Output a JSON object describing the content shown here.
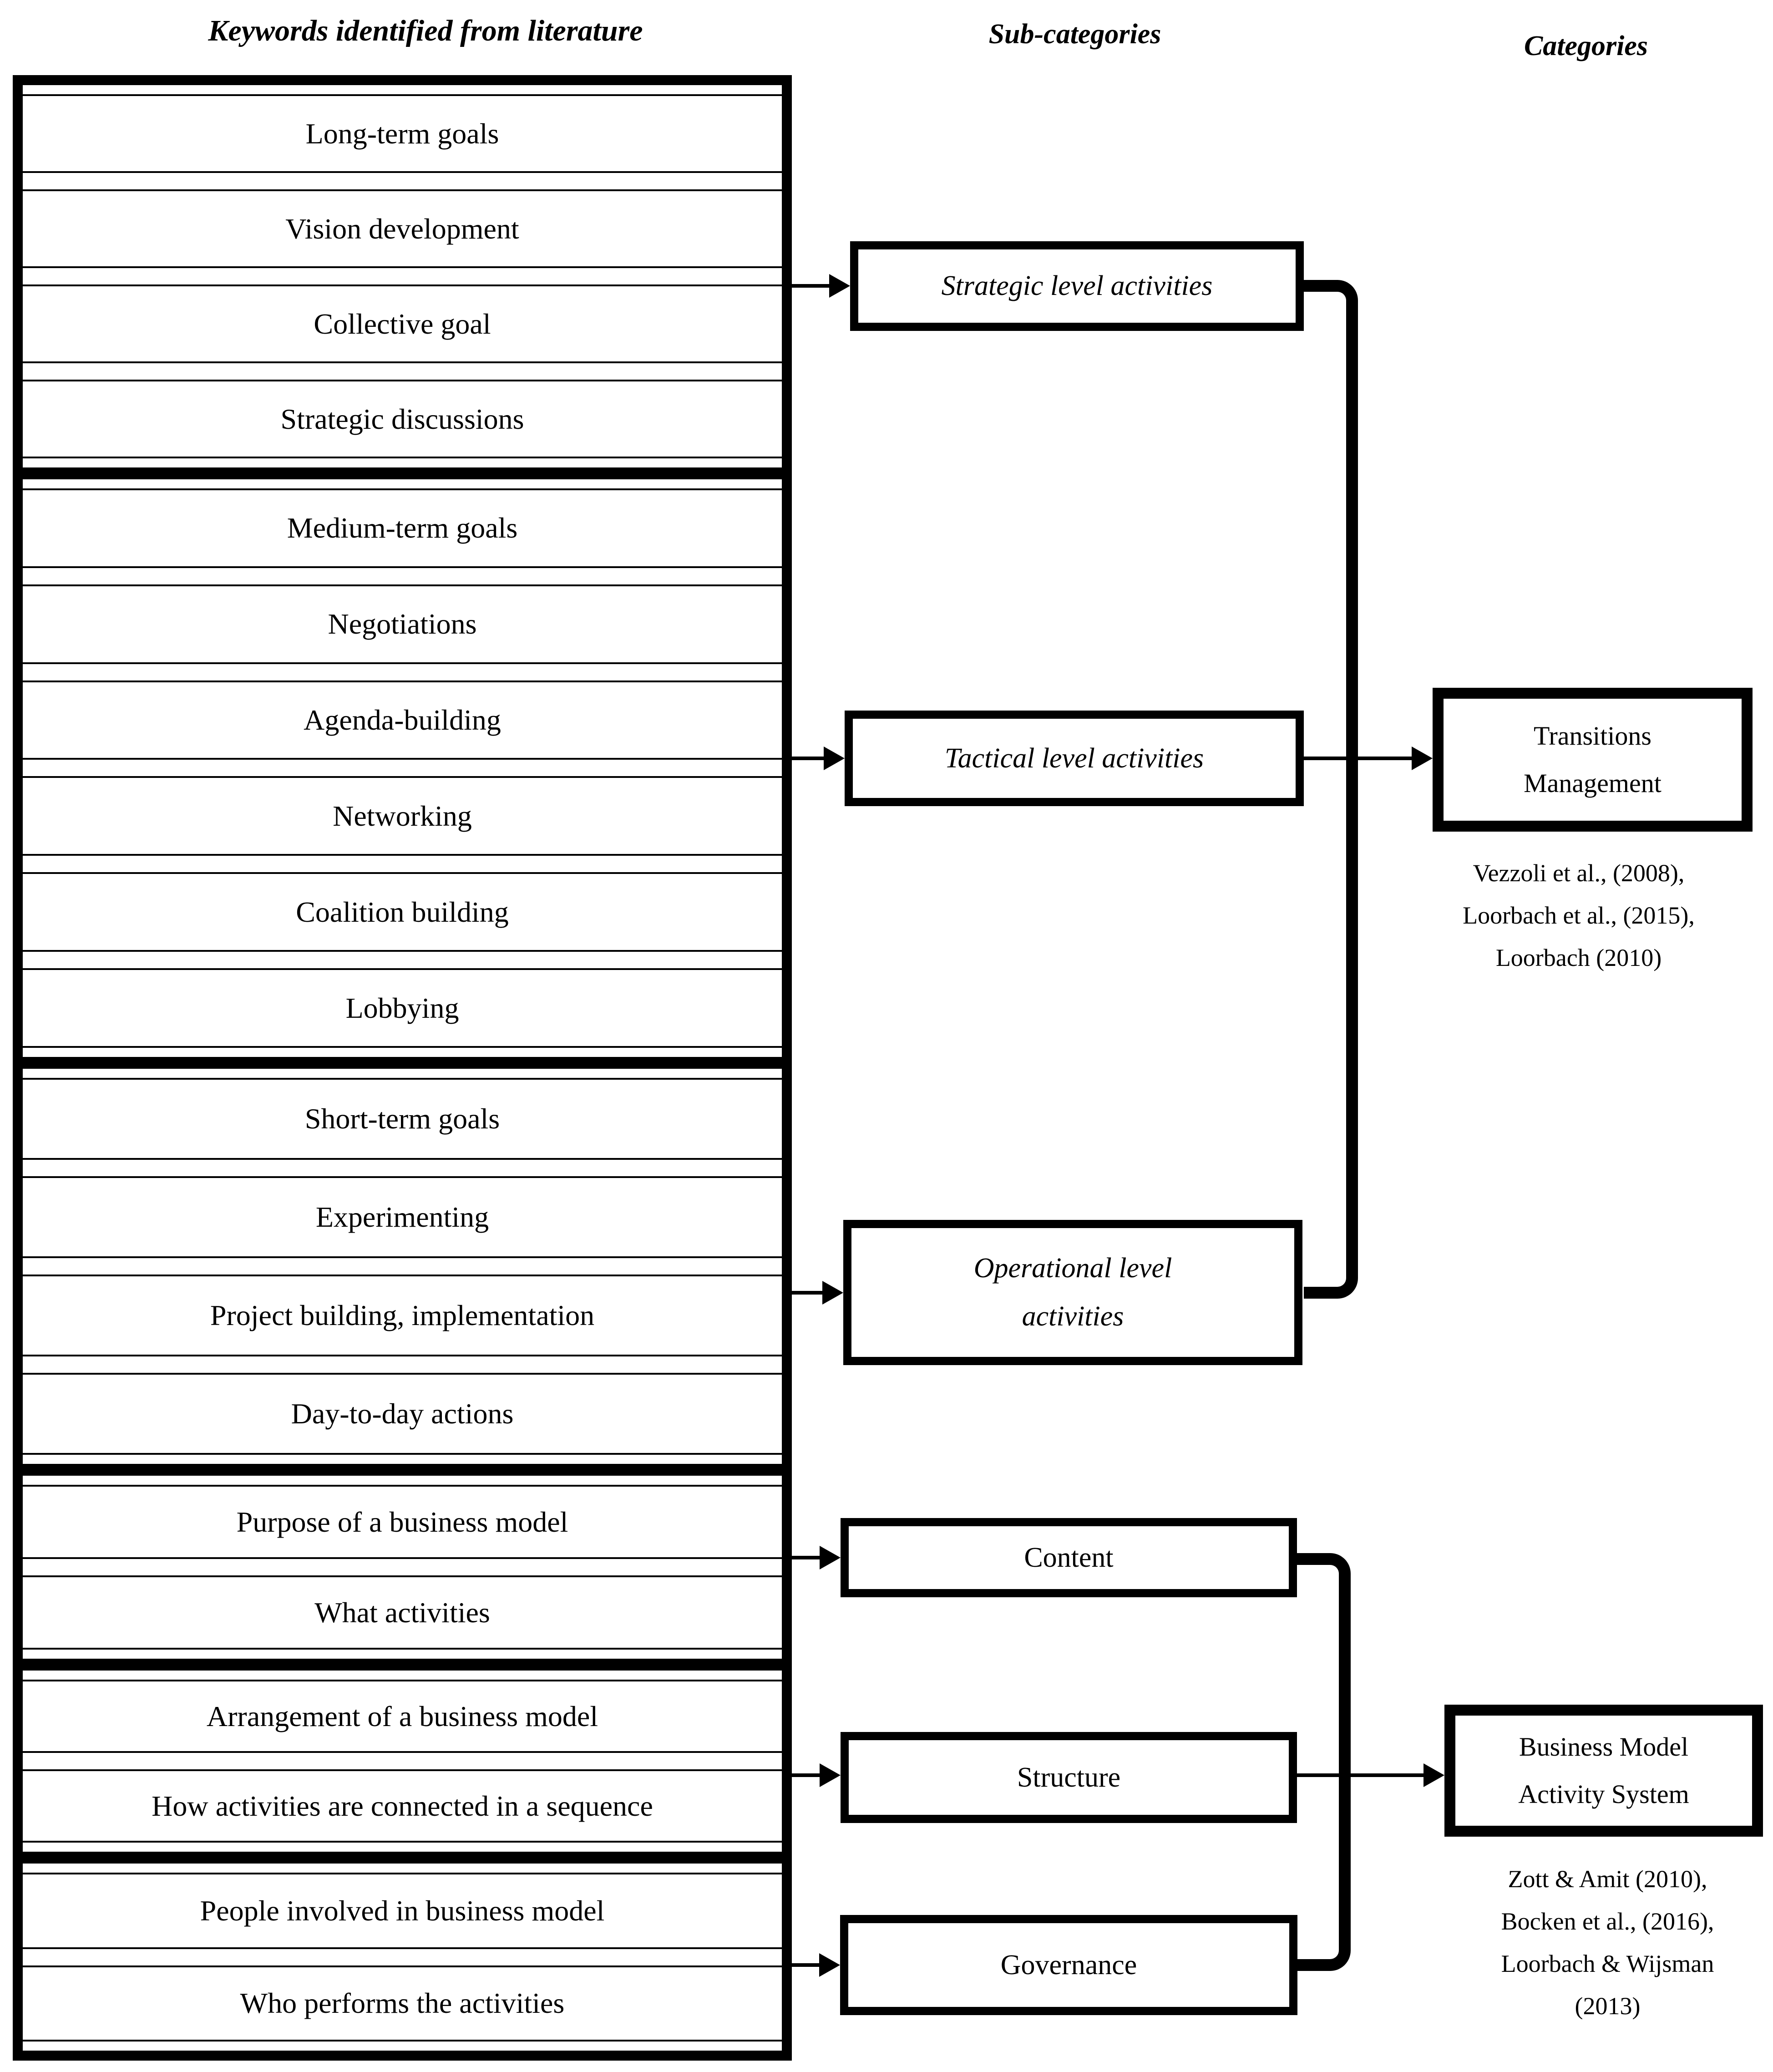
{
  "headers": {
    "keywords": "Keywords identified from literature",
    "subcategories": "Sub-categories",
    "categories": "Categories"
  },
  "keyword_groups": [
    {
      "items": [
        "Long-term goals",
        "Vision development",
        "Collective goal",
        "Strategic discussions"
      ]
    },
    {
      "items": [
        "Medium-term goals",
        "Negotiations",
        "Agenda-building",
        "Networking",
        "Coalition building",
        "Lobbying"
      ]
    },
    {
      "items": [
        "Short-term goals",
        "Experimenting",
        "Project building, implementation",
        "Day-to-day actions"
      ]
    },
    {
      "items": [
        "Purpose of a business model",
        "What activities"
      ]
    },
    {
      "items": [
        "Arrangement of a business model",
        "How activities are connected in a sequence"
      ]
    },
    {
      "items": [
        "People involved in business model",
        "Who performs the activities"
      ]
    }
  ],
  "subcategories": [
    {
      "lines": [
        "Strategic level activities"
      ]
    },
    {
      "lines": [
        "Tactical level activities"
      ]
    },
    {
      "lines": [
        "Operational level",
        "activities"
      ]
    },
    {
      "lines": [
        "Content"
      ]
    },
    {
      "lines": [
        "Structure"
      ]
    },
    {
      "lines": [
        "Governance"
      ]
    }
  ],
  "categories": [
    {
      "lines": [
        "Transitions",
        "Management"
      ],
      "citations": [
        "Vezzoli et al., (2008),",
        "Loorbach et al., (2015),",
        "Loorbach (2010)"
      ]
    },
    {
      "lines": [
        "Business Model",
        "Activity System"
      ],
      "citations": [
        "Zott & Amit (2010),",
        "Bocken et al., (2016),",
        "Loorbach & Wijsman",
        "(2013)"
      ]
    }
  ],
  "colors": {
    "ink": "#000000",
    "background": "#ffffff"
  }
}
